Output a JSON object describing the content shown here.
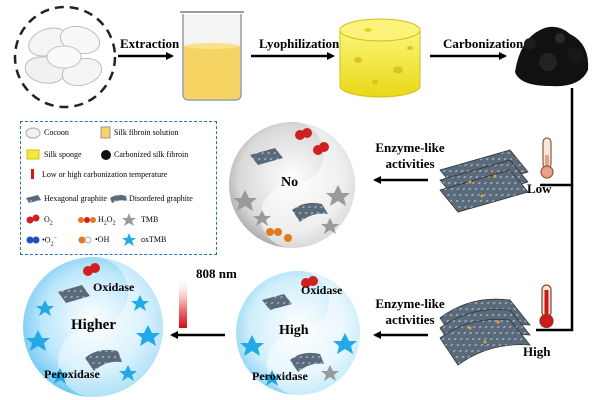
{
  "steps": {
    "extraction": "Extraction",
    "lyophilization": "Lyophilization",
    "carbonization": "Carbonization"
  },
  "enzyme_label": {
    "line1": "Enzyme-like",
    "line2": "activities"
  },
  "conditions": {
    "low": "Low",
    "high": "High",
    "laser": "808 nm"
  },
  "circles": {
    "no": {
      "center": "No"
    },
    "high": {
      "center": "High",
      "top": "Oxidase",
      "bottom": "Peroxidase"
    },
    "higher": {
      "center": "Higher",
      "top": "Oxidase",
      "bottom": "Peroxidase"
    }
  },
  "legend": {
    "cocoon": "Cocoon",
    "fibroin_solution": "Silk fibroin solution",
    "silk_sponge": "Silk sponge",
    "carbonized": "Carbonized silk fibroin",
    "temperature": "Low or high carbonization temperature",
    "hexagonal": "Hexagonal graphite",
    "disordered": "Disordered graphite",
    "o2": "O",
    "o2_sub": "2",
    "h2o2_a": "H",
    "h2o2_sub1": "2",
    "h2o2_b": "O",
    "h2o2_sub2": "2",
    "tmb": "TMB",
    "superoxide_a": "•O",
    "superoxide_sub": "2",
    "superoxide_sup": "−",
    "hydroxyl": "•OH",
    "oxtmb": "oxTMB"
  },
  "colors": {
    "arrow": "#000000",
    "legend_border": "#2a6fb0",
    "sponge": "#f4ea3a",
    "solution": "#f6d463",
    "thermo_low": "#e8a08a",
    "thermo_high": "#d01818",
    "laser": "#e0202a",
    "cyan_star": "#22a9e8",
    "gray_star": "#9a9a9a"
  }
}
